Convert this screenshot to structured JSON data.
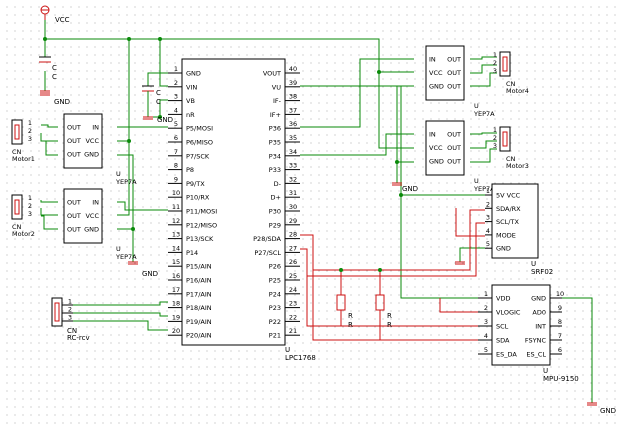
{
  "power": {
    "vcc": "VCC",
    "gnd": "GND",
    "cap_ref": "C",
    "cap_val": "C",
    "res_ref": "R",
    "res_val": "R"
  },
  "lpc": {
    "ref": "U",
    "name": "LPC1768",
    "left_pins": [
      {
        "num": "1",
        "name": "GND"
      },
      {
        "num": "2",
        "name": "VIN"
      },
      {
        "num": "3",
        "name": "VB"
      },
      {
        "num": "4",
        "name": "nR"
      },
      {
        "num": "5",
        "name": "P5/MOSI"
      },
      {
        "num": "6",
        "name": "P6/MISO"
      },
      {
        "num": "7",
        "name": "P7/SCK"
      },
      {
        "num": "8",
        "name": "P8"
      },
      {
        "num": "9",
        "name": "P9/TX"
      },
      {
        "num": "10",
        "name": "P10/RX"
      },
      {
        "num": "11",
        "name": "P11/MOSI"
      },
      {
        "num": "12",
        "name": "P12/MISO"
      },
      {
        "num": "13",
        "name": "P13/SCK"
      },
      {
        "num": "14",
        "name": "P14"
      },
      {
        "num": "15",
        "name": "P15/AIN"
      },
      {
        "num": "16",
        "name": "P16/AIN"
      },
      {
        "num": "17",
        "name": "P17/AIN"
      },
      {
        "num": "18",
        "name": "P18/AIN"
      },
      {
        "num": "19",
        "name": "P19/AIN"
      },
      {
        "num": "20",
        "name": "P20/AIN"
      }
    ],
    "right_pins": [
      {
        "num": "40",
        "name": "VOUT"
      },
      {
        "num": "39",
        "name": "VU"
      },
      {
        "num": "38",
        "name": "IF-"
      },
      {
        "num": "37",
        "name": "IF+"
      },
      {
        "num": "36",
        "name": "P36"
      },
      {
        "num": "35",
        "name": "P35"
      },
      {
        "num": "34",
        "name": "P34"
      },
      {
        "num": "33",
        "name": "P33"
      },
      {
        "num": "32",
        "name": "D-"
      },
      {
        "num": "31",
        "name": "D+"
      },
      {
        "num": "30",
        "name": "P30"
      },
      {
        "num": "29",
        "name": "P29"
      },
      {
        "num": "28",
        "name": "P28/SDA"
      },
      {
        "num": "27",
        "name": "P27/SCL"
      },
      {
        "num": "26",
        "name": "P26"
      },
      {
        "num": "25",
        "name": "P25"
      },
      {
        "num": "24",
        "name": "P24"
      },
      {
        "num": "23",
        "name": "P23"
      },
      {
        "num": "22",
        "name": "P22"
      },
      {
        "num": "21",
        "name": "P21"
      }
    ]
  },
  "drivers": [
    {
      "ref": "U",
      "name": "YEP7A",
      "conn_ref": "CN",
      "conn_name": "Motor4",
      "pins": [
        "IN",
        "VCC",
        "GND",
        "OUT",
        "OUT",
        "OUT"
      ],
      "conn_pins": [
        "1",
        "2",
        "3"
      ]
    },
    {
      "ref": "U",
      "name": "YEP7A",
      "conn_ref": "CN",
      "conn_name": "Motor3",
      "pins": [
        "IN",
        "VCC",
        "GND",
        "OUT",
        "OUT",
        "OUT"
      ],
      "conn_pins": [
        "1",
        "2",
        "3"
      ]
    },
    {
      "ref": "U",
      "name": "YEP7A",
      "conn_ref": "CN",
      "conn_name": "Motor1",
      "pins": [
        "IN",
        "VCC",
        "GND",
        "OUT",
        "OUT",
        "OUT"
      ],
      "conn_pins": [
        "1",
        "2",
        "3"
      ]
    },
    {
      "ref": "U",
      "name": "YEP7A",
      "conn_ref": "CN",
      "conn_name": "Motor2",
      "pins": [
        "IN",
        "VCC",
        "GND",
        "OUT",
        "OUT",
        "OUT"
      ],
      "conn_pins": [
        "1",
        "2",
        "3"
      ]
    }
  ],
  "srf02": {
    "ref": "U",
    "name": "SRF02",
    "pins": [
      {
        "num": "1",
        "name": "5V VCC"
      },
      {
        "num": "2",
        "name": "SDA/RX"
      },
      {
        "num": "3",
        "name": "SCL/TX"
      },
      {
        "num": "4",
        "name": "MODE"
      },
      {
        "num": "5",
        "name": "GND"
      }
    ]
  },
  "mpu": {
    "ref": "U",
    "name": "MPU-9150",
    "left_pins": [
      {
        "num": "1",
        "name": "VDD"
      },
      {
        "num": "2",
        "name": "VLOGIC"
      },
      {
        "num": "3",
        "name": "SCL"
      },
      {
        "num": "4",
        "name": "SDA"
      },
      {
        "num": "5",
        "name": "ES_DA"
      }
    ],
    "right_pins": [
      {
        "num": "10",
        "name": "GND"
      },
      {
        "num": "9",
        "name": "AD0"
      },
      {
        "num": "8",
        "name": "INT"
      },
      {
        "num": "7",
        "name": "FSYNC"
      },
      {
        "num": "6",
        "name": "ES_CL"
      }
    ]
  },
  "rcrcv": {
    "ref": "CN",
    "name": "RC-rcv",
    "pins": [
      "1",
      "2",
      "3"
    ]
  }
}
